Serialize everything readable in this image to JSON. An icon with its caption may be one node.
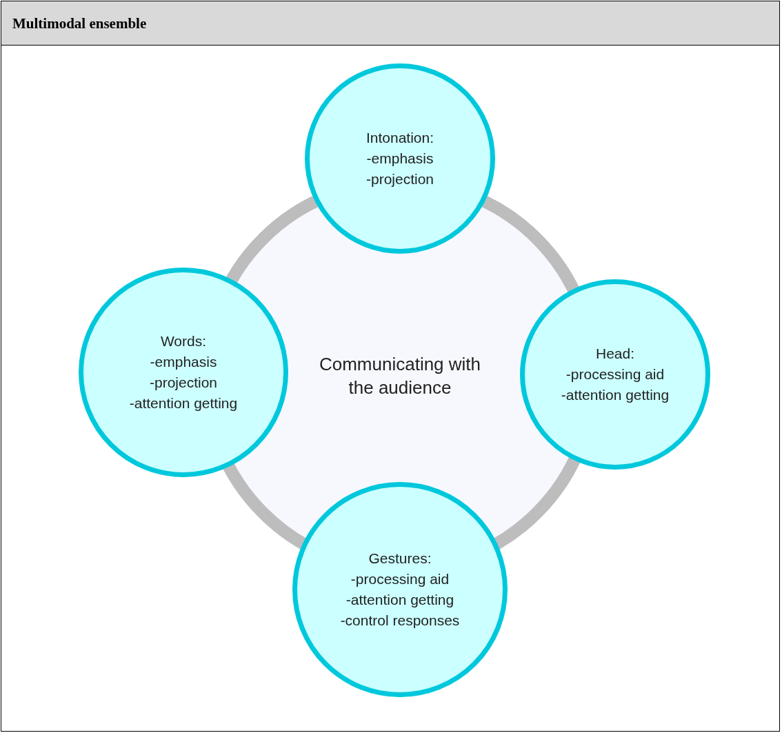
{
  "diagram": {
    "title": "Multimodal ensemble",
    "nodes": [
      {
        "text": [
          "Communicating with the audience"
        ]
      },
      {
        "text": [
          "Intonation:",
          "-emphasis",
          "-projection"
        ]
      },
      {
        "text": [
          "Words:",
          "-emphasis",
          "-projection",
          "-attention getting"
        ]
      },
      {
        "text": [
          "Head:",
          "-processing aid",
          "-attention getting"
        ]
      },
      {
        "text": [
          "Gestures:",
          "-processing aid",
          "-attention getting",
          "-control responses"
        ]
      }
    ]
  }
}
